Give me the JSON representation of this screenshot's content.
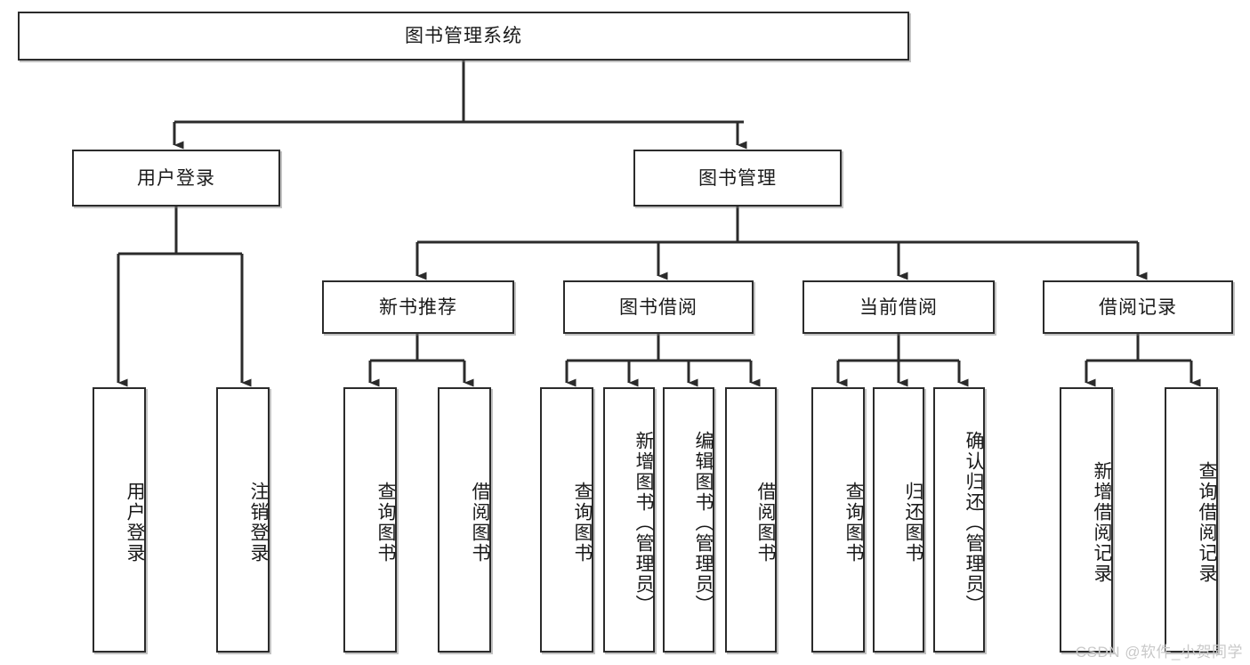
{
  "diagram": {
    "title": "图书管理系统",
    "type": "tree",
    "watermark": "CSDN @软件_小贺同学",
    "root": {
      "label": "图书管理系统"
    },
    "level2": [
      {
        "label": "用户登录"
      },
      {
        "label": "图书管理"
      }
    ],
    "level3": [
      {
        "label": "新书推荐"
      },
      {
        "label": "图书借阅"
      },
      {
        "label": "当前借阅"
      },
      {
        "label": "借阅记录"
      }
    ],
    "leaves": {
      "user_login": [
        {
          "label": "用户登录"
        },
        {
          "label": "注销登录"
        }
      ],
      "new_book": [
        {
          "label": "查询图书"
        },
        {
          "label": "借阅图书"
        }
      ],
      "book_borrow": [
        {
          "label": "查询图书"
        },
        {
          "label": "新增图书（管理员）"
        },
        {
          "label": "编辑图书（管理员）"
        },
        {
          "label": "借阅图书"
        }
      ],
      "current_borrow": [
        {
          "label": "查询图书"
        },
        {
          "label": "归还图书"
        },
        {
          "label": "确认归还（管理员）"
        }
      ],
      "borrow_record": [
        {
          "label": "新增借阅记录"
        },
        {
          "label": "查询借阅记录"
        }
      ]
    },
    "colors": {
      "stroke": "#2b2b2b",
      "fill": "#ffffff",
      "text": "#1a1a1a",
      "watermark": "#c9c9c9"
    }
  }
}
